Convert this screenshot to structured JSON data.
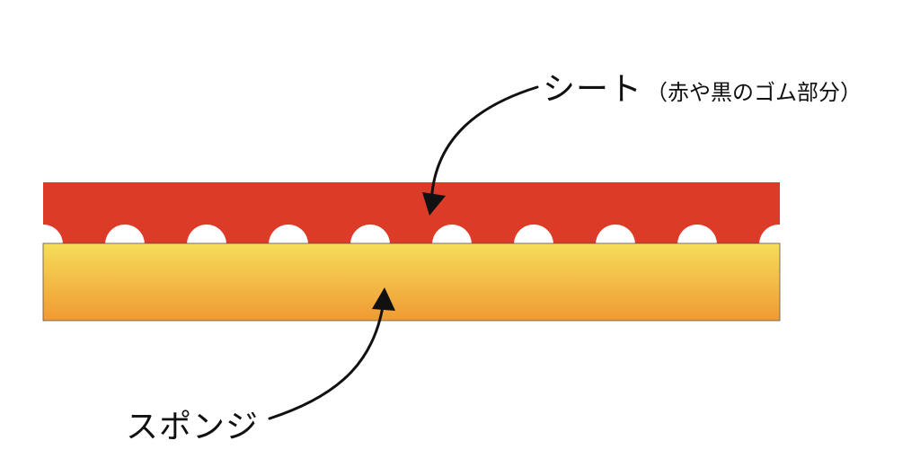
{
  "labels": {
    "sheet_title": "シート",
    "sheet_note": "（赤や黒のゴム部分）",
    "sponge": "スポンジ"
  },
  "colors": {
    "sheet": "#db3b27",
    "sponge_top": "#f6dd5a",
    "sponge_bottom": "#f09a33",
    "arrow": "#111111",
    "background": "#ffffff"
  }
}
